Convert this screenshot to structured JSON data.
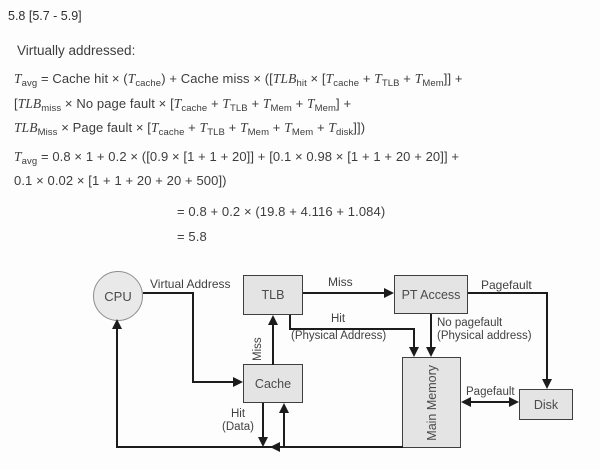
{
  "page": {
    "title": "5.8 [5.7 - 5.9]",
    "section_label": "Virtually addressed:"
  },
  "equations": {
    "lines": [
      "{i:T}{s:avg} = Cache hit × ({i:T}{s:cache}) + Cache miss × ([{i:TLB}{s:hit} × [{i:T}{s:cache} + {i:T}{s:TLB} + {i:T}{s:Mem}]] +",
      "[{i:TLB}{s:miss} × No page fault × [{i:T}{s:cache} + {i:T}{s:TLB} + {i:T}{s:Mem} + {i:T}{s:Mem}] +",
      "{i:TLB}{s:Miss} × Page fault × [{i:T}{s:cache} + {i:T}{s:TLB} + {i:T}{s:Mem} + {i:T}{s:Mem} + {i:T}{s:disk}]])",
      "{i:T}{s:avg} = 0.8 × 1 + 0.2 × ([0.9 × [1 + 1 + 20]] + [0.1 × 0.98 × [1 + 1 + 20 + 20]] +",
      "0.1 × 0.02 × [1 + 1 + 20 + 20 + 500])",
      "= 0.8 + 0.2 × (19.8 + 4.116 + 1.084)",
      "= 5.8"
    ]
  },
  "diagram": {
    "nodes": {
      "cpu": "CPU",
      "tlb": "TLB",
      "pt_access": "PT Access",
      "cache": "Cache",
      "main_memory": "Main Memory",
      "disk": "Disk"
    },
    "labels": {
      "virtual_address": "Virtual Address",
      "tlb_miss": "Miss",
      "cache_miss": "Miss",
      "tlb_hit_line1": "Hit",
      "tlb_hit_line2": "(Physical Address)",
      "pagefault_top": "Pagefault",
      "no_pagefault_line1": "No pagefault",
      "no_pagefault_line2": "(Physical address)",
      "pagefault_mid": "Pagefault",
      "cache_hit_line1": "Hit",
      "cache_hit_line2": "(Data)"
    },
    "colors": {
      "line": "#1c1c1c",
      "box_fill": "#e4e4e4",
      "box_border": "#3f3f3f",
      "text": "#3d3d3d"
    }
  }
}
